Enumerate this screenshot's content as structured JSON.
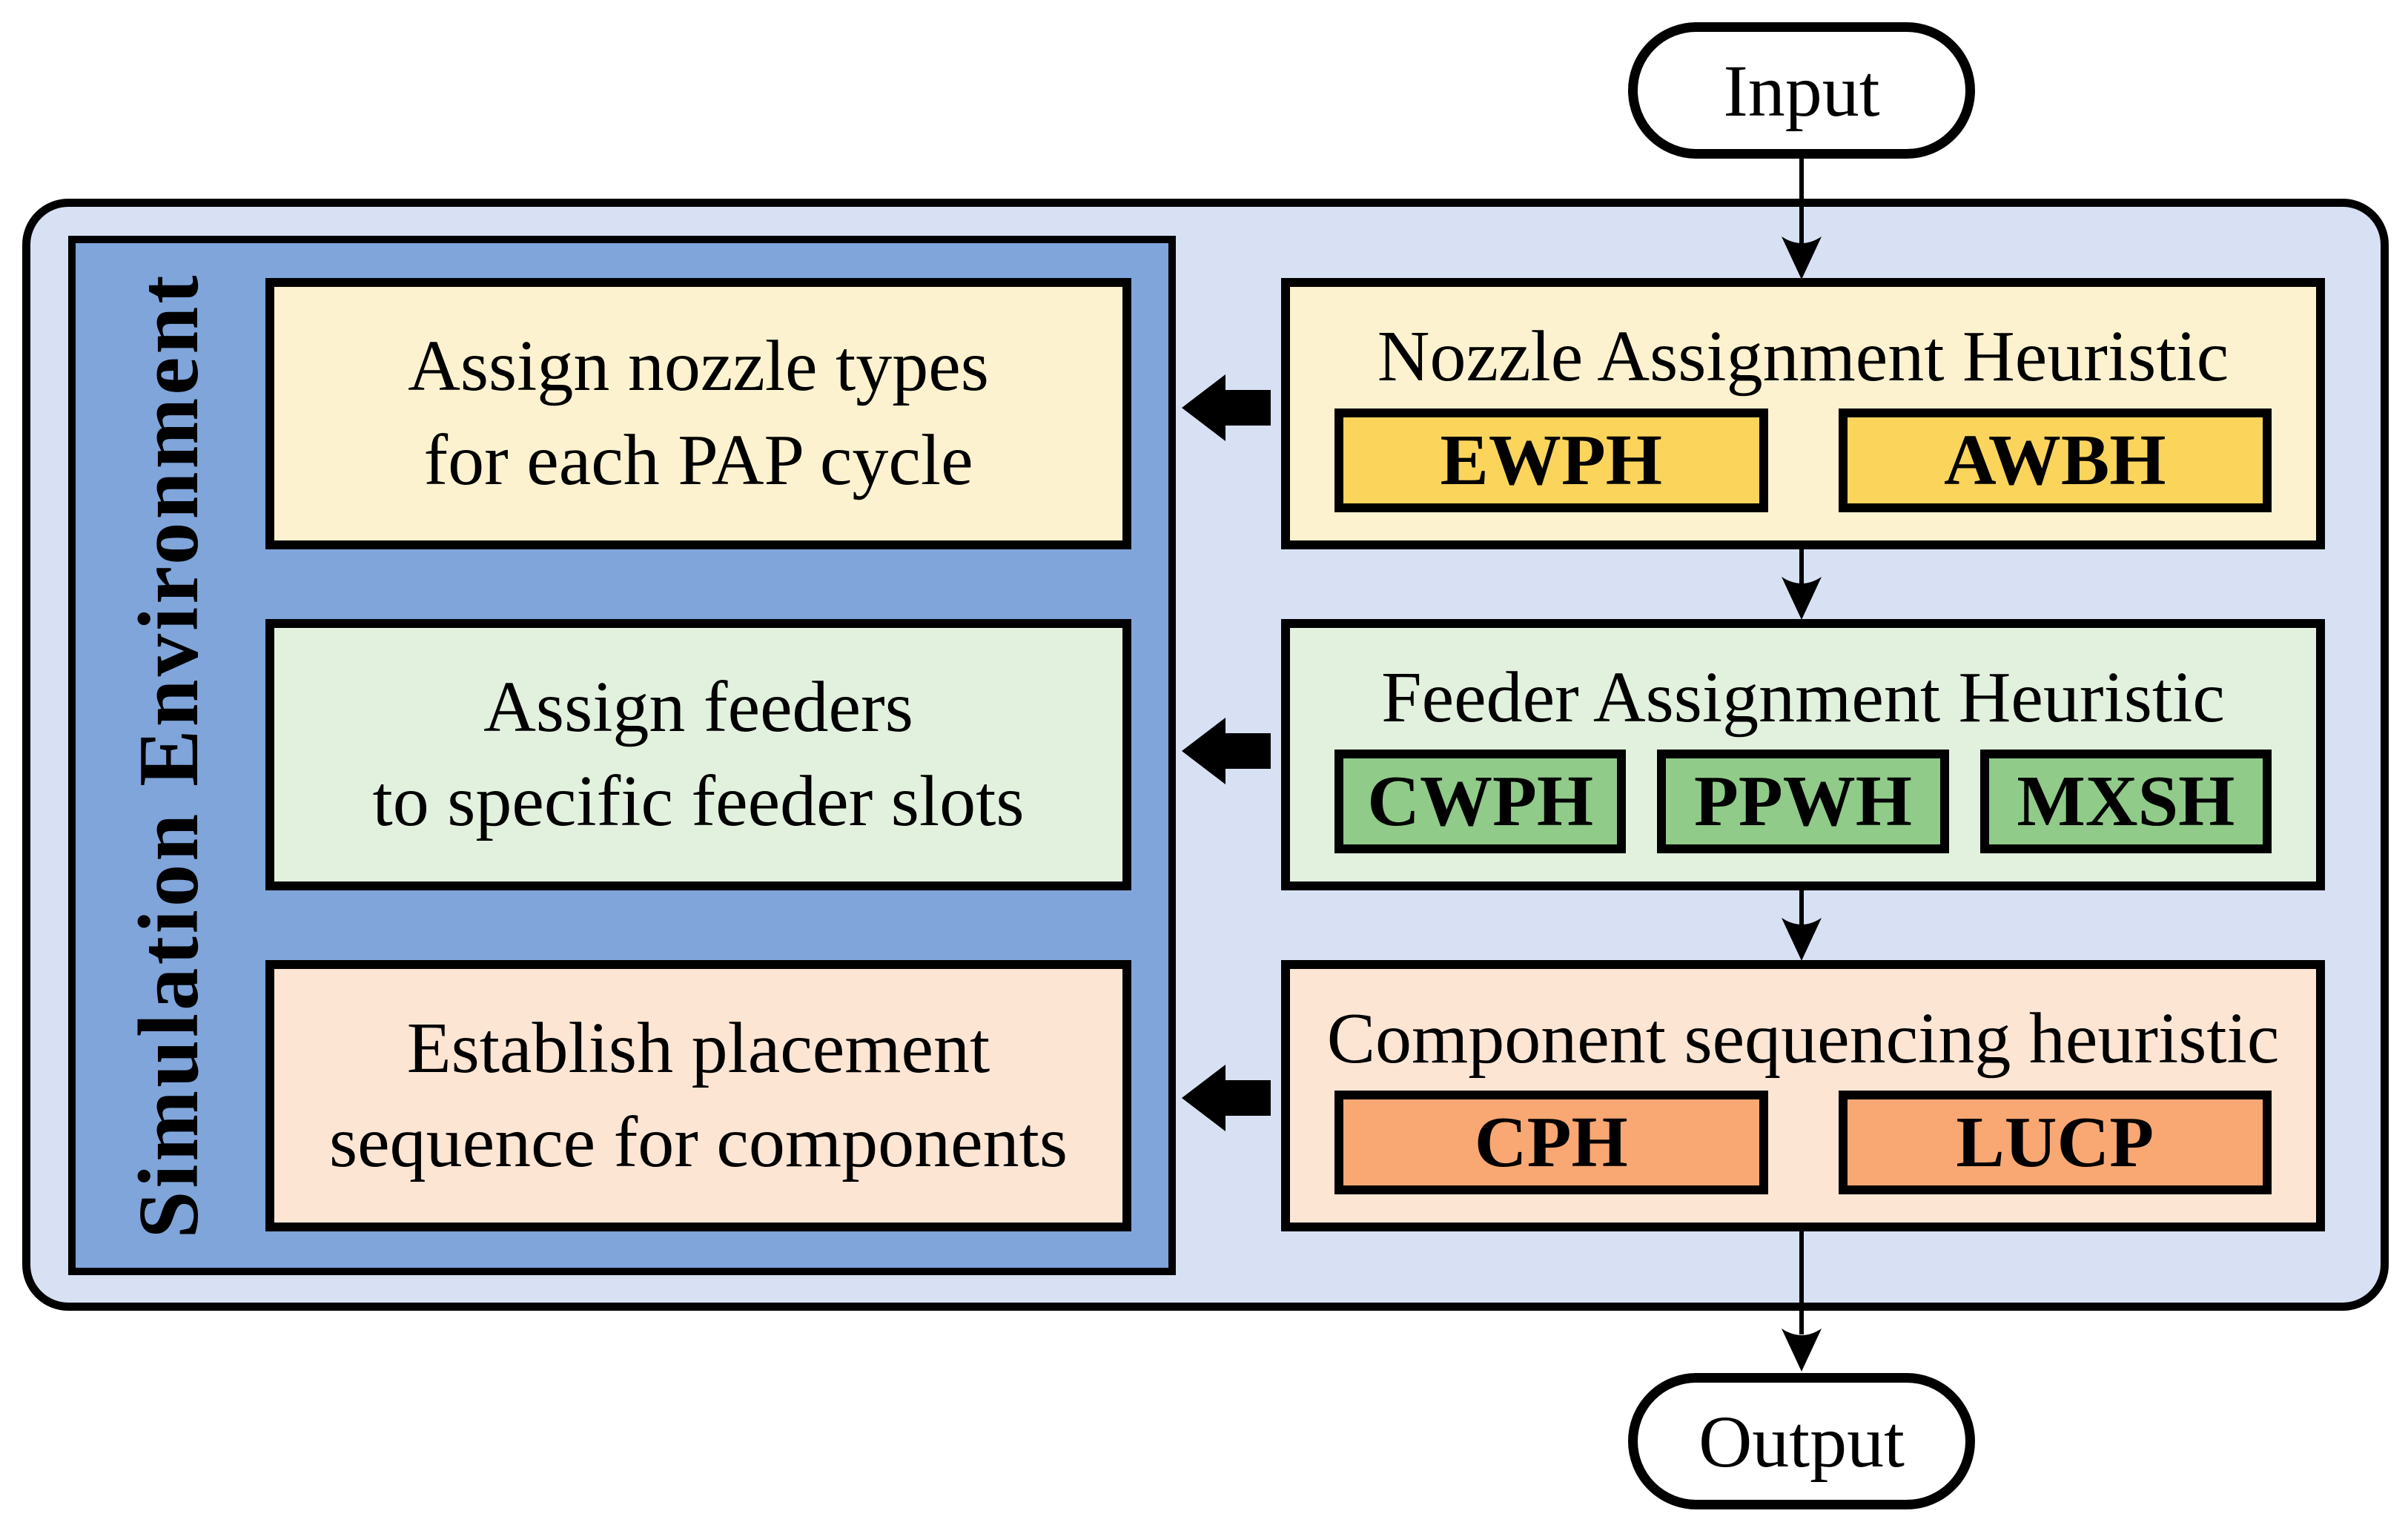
{
  "terminals": {
    "input": "Input",
    "output": "Output"
  },
  "environment": {
    "label": "Simulation Environment",
    "tasks": [
      {
        "line1": "Assign nozzle types",
        "line2": "for each PAP cycle"
      },
      {
        "line1": "Assign feeders",
        "line2": "to specific feeder slots"
      },
      {
        "line1": "Establish placement",
        "line2": "sequence for components"
      }
    ]
  },
  "heuristics": [
    {
      "title": "Nozzle Assignment Heuristic",
      "methods": [
        "EWPH",
        "AWBH"
      ]
    },
    {
      "title": "Feeder Assignment Heuristic",
      "methods": [
        "CWPH",
        "PPWH",
        "MXSH"
      ]
    },
    {
      "title": "Component sequencing heuristic",
      "methods": [
        "CPH",
        "LUCP"
      ]
    }
  ],
  "flow": [
    "Input -> Nozzle Assignment Heuristic",
    "Nozzle Assignment Heuristic -> Feeder Assignment Heuristic",
    "Feeder Assignment Heuristic -> Component sequencing heuristic",
    "Component sequencing heuristic -> Output"
  ],
  "applies_to": [
    "Nozzle Assignment Heuristic -> Assign nozzle types for each PAP cycle",
    "Feeder Assignment Heuristic -> Assign feeders to specific feeder slots",
    "Component sequencing heuristic -> Establish placement sequence for components"
  ],
  "colors": {
    "container_bg": "#D7E1F3",
    "panel_blue": "#7FA5DA",
    "nozzle_bg": "#FDF2CF",
    "nozzle_method": "#FBD45C",
    "feeder_bg": "#E2F0DE",
    "feeder_method": "#90CB89",
    "sequencing_bg": "#FDE5D4",
    "sequencing_method": "#F9A873",
    "line": "#000000"
  }
}
